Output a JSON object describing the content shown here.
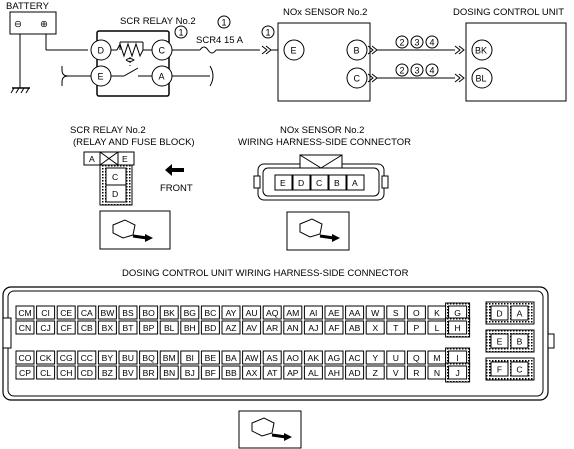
{
  "circuit": {
    "battery_label": "BATTERY",
    "battery_minus": "⊖",
    "battery_plus": "⊕",
    "scr_relay_title": "SCR RELAY No.2",
    "scr_relay_pins": {
      "D": "D",
      "C": "C",
      "E": "E",
      "A": "A"
    },
    "fuse_label": "SCR4 15 A",
    "nox_title": "NOx SENSOR No.2",
    "nox_pins": {
      "E": "E",
      "B": "B",
      "C": "C"
    },
    "dcu_title": "DOSING CONTROL UNIT",
    "dcu_pins": {
      "BK": "BK",
      "BL": "BL"
    },
    "note_1": "1",
    "note_2": "2",
    "note_3": "3",
    "note_4": "4"
  },
  "relay_connector": {
    "title_line1": "SCR RELAY No.2",
    "title_line2": "(RELAY AND FUSE BLOCK)",
    "cells": {
      "A": "A",
      "E": "E",
      "C": "C",
      "D": "D"
    },
    "front_label": "FRONT"
  },
  "nox_connector": {
    "title_line1": "NOx SENSOR No.2",
    "title_line2": "WIRING HARNESS-SIDE CONNECTOR",
    "pins": [
      "E",
      "D",
      "C",
      "B",
      "A"
    ]
  },
  "dcu_connector": {
    "title": "DOSING CONTROL UNIT WIRING HARNESS-SIDE CONNECTOR",
    "row1": [
      "CM",
      "CI",
      "CE",
      "CA",
      "BW",
      "BS",
      "BO",
      "BK",
      "BG",
      "BC",
      "AY",
      "AU",
      "AQ",
      "AM",
      "AI",
      "AE",
      "AA",
      "W",
      "S",
      "O",
      "K",
      "G"
    ],
    "row2": [
      "CN",
      "CJ",
      "CF",
      "CB",
      "BX",
      "BT",
      "BP",
      "BL",
      "BH",
      "BD",
      "AZ",
      "AV",
      "AR",
      "AN",
      "AJ",
      "AF",
      "AB",
      "X",
      "T",
      "P",
      "L",
      "H"
    ],
    "row3": [
      "CO",
      "CK",
      "CG",
      "CC",
      "BY",
      "BU",
      "BQ",
      "BM",
      "BI",
      "BE",
      "BA",
      "AW",
      "AS",
      "AO",
      "AK",
      "AG",
      "AC",
      "Y",
      "U",
      "Q",
      "M",
      "I"
    ],
    "row4": [
      "CP",
      "CL",
      "CH",
      "CD",
      "BZ",
      "BV",
      "BR",
      "BN",
      "BJ",
      "BF",
      "BB",
      "AX",
      "AT",
      "AP",
      "AL",
      "AH",
      "AD",
      "Z",
      "V",
      "R",
      "N",
      "J"
    ],
    "right_block": [
      [
        "D",
        "A"
      ],
      [
        "E",
        "B"
      ],
      [
        "F",
        "C"
      ]
    ]
  }
}
